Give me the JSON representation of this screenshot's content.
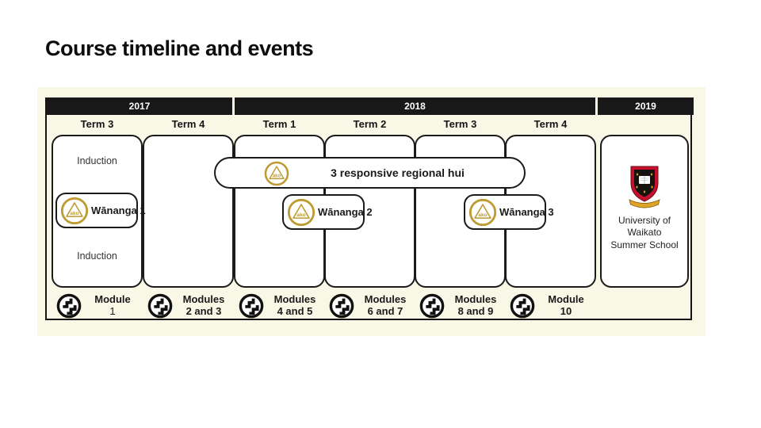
{
  "page": {
    "title": "Course timeline and events"
  },
  "timeline": {
    "years": [
      {
        "label": "2017"
      },
      {
        "label": "2018"
      },
      {
        "label": "2019"
      }
    ],
    "terms": [
      "Term 3",
      "Term 4",
      "Term 1",
      "Term 2",
      "Term 3",
      "Term 4"
    ],
    "events": {
      "induction_top": "Induction",
      "induction_bottom": "Induction",
      "regional_hui": "3 responsive regional hui",
      "wananga1": "Wānanga 1",
      "wananga2": "Wānanga 2",
      "wananga3": "Wānanga 3",
      "ako_logo_text": "ako",
      "summer_school": [
        "University of",
        "Waikato",
        "Summer School"
      ]
    },
    "modules": [
      {
        "line1": "Module",
        "line2": "1"
      },
      {
        "line1": "Modules",
        "line2": "2 and 3"
      },
      {
        "line1": "Modules",
        "line2": "4 and 5"
      },
      {
        "line1": "Modules",
        "line2": "6 and 7"
      },
      {
        "line1": "Modules",
        "line2": "8 and 9"
      },
      {
        "line1": "Module",
        "line2": "10"
      }
    ],
    "icons": {
      "ako": "ako-triangle-circle-icon",
      "module": "poutama-steps-circle-icon",
      "crest": "waikato-crest-icon"
    },
    "colors": {
      "panel_bg": "#f9f7e6",
      "bar_bg": "#181818",
      "gold": "#be9b33",
      "crest_red": "#c8102e",
      "crest_gold": "#e0a526",
      "box_border": "#1b1b1b"
    }
  }
}
